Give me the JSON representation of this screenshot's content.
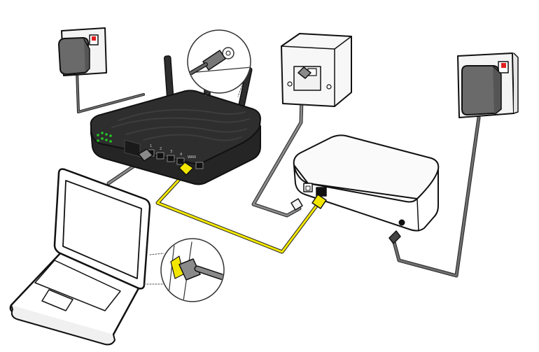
{
  "diagram": {
    "router": {
      "port_labels": [
        "1",
        "2",
        "3",
        "4",
        "WAN"
      ],
      "led_count": 8,
      "antenna_count": 3
    },
    "colors": {
      "router_body": "#2e2e2e",
      "cable_ethernet_yellow": "#f2e600",
      "cable_gray": "#6f6f6f",
      "adapter_gray": "#6a6a6a",
      "power_switch_red": "#e02020",
      "led_green": "#22cc22",
      "background": "#ffffff"
    },
    "icons": [
      "power-adapter-icon",
      "wall-socket-icon",
      "router-icon",
      "laptop-icon",
      "modem-icon",
      "phone-jack-icon",
      "ethernet-plug-icon",
      "power-plug-icon"
    ]
  }
}
